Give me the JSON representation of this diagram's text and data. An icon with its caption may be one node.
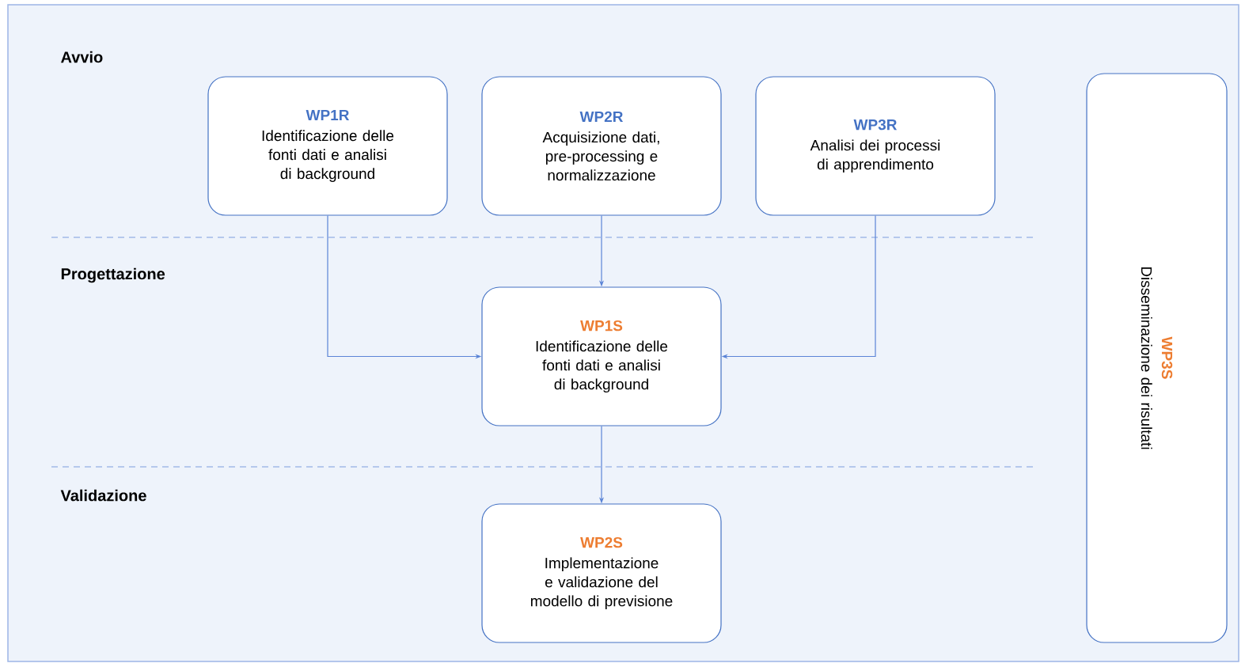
{
  "diagram": {
    "nodes": [
      {
        "text": [
          "WP1R",
          "Identificazione delle fonti dati e analisi di background"
        ]
      },
      {
        "text": [
          "WP2R",
          "Acquisizione dati, pre-processing e normalizzazione"
        ]
      },
      {
        "text": [
          "WP3R",
          "Analisi dei processi di apprendimento"
        ]
      },
      {
        "text": [
          "WP1S",
          "Identificazione delle fonti dati e analisi di background"
        ]
      },
      {
        "text": [
          "WP2S",
          "Implementazione e validazione del modello di previsione"
        ]
      },
      {
        "text": [
          "WP3S",
          "Disseminazione dei risultati"
        ]
      }
    ],
    "edges": [
      {
        "from": 0,
        "to": 3,
        "arrow": "to"
      },
      {
        "from": 1,
        "to": 3,
        "arrow": "to"
      },
      {
        "from": 2,
        "to": 3,
        "arrow": "to"
      },
      {
        "from": 3,
        "to": 4,
        "arrow": "to"
      }
    ],
    "labels": [
      "Avvio",
      "Progettazione",
      "Validazione"
    ]
  }
}
